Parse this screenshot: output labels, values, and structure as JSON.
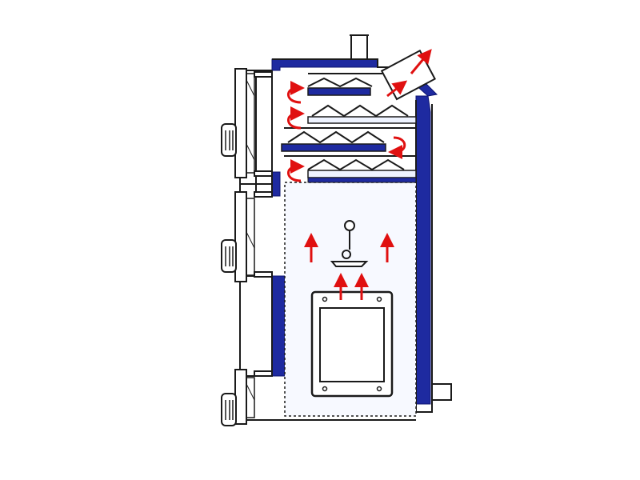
{
  "diagram": {
    "subject": "solid-fuel-boiler-cross-section",
    "colors": {
      "outline": "#1a1a1a",
      "insulation": "#1e2aa0",
      "insulation_edge": "#0d1470",
      "body_fill": "#eef3ff",
      "heat_arrow": "#e01010",
      "grate": "#555555"
    },
    "doors": [
      "top-loading-door",
      "middle-door",
      "ash-door"
    ],
    "baffles": 4,
    "return_arrows": 4,
    "rising_arrows": 4
  }
}
